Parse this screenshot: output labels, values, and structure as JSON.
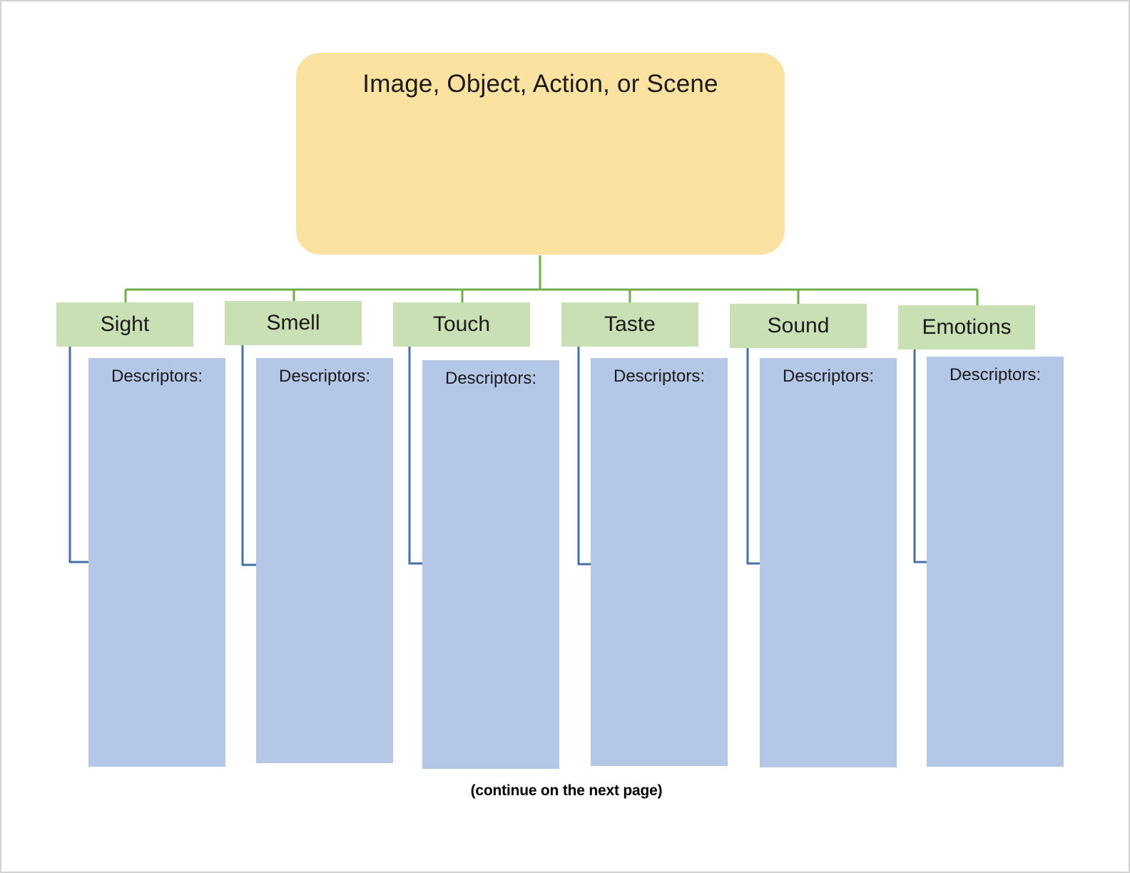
{
  "page": {
    "title": "Image, Object, Action, or Scene",
    "footer_note": "(continue on the next page)",
    "colors": {
      "root_fill": "#FBE2A0",
      "sense_fill": "#C8E0B4",
      "descriptor_fill": "#B4C7E7",
      "green_connector": "#70AD47",
      "blue_connector": "#4472A8",
      "page_border": "#D2D2D2",
      "text": "#1A1A1A"
    }
  },
  "diagram": {
    "type": "hierarchy-tree",
    "root_label": "Image, Object, Action, or Scene",
    "descriptor_label": "Descriptors:",
    "branches": [
      {
        "id": "sight",
        "label": "Sight"
      },
      {
        "id": "smell",
        "label": "Smell"
      },
      {
        "id": "touch",
        "label": "Touch"
      },
      {
        "id": "taste",
        "label": "Taste"
      },
      {
        "id": "sound",
        "label": "Sound"
      },
      {
        "id": "emotions",
        "label": "Emotions"
      }
    ]
  }
}
